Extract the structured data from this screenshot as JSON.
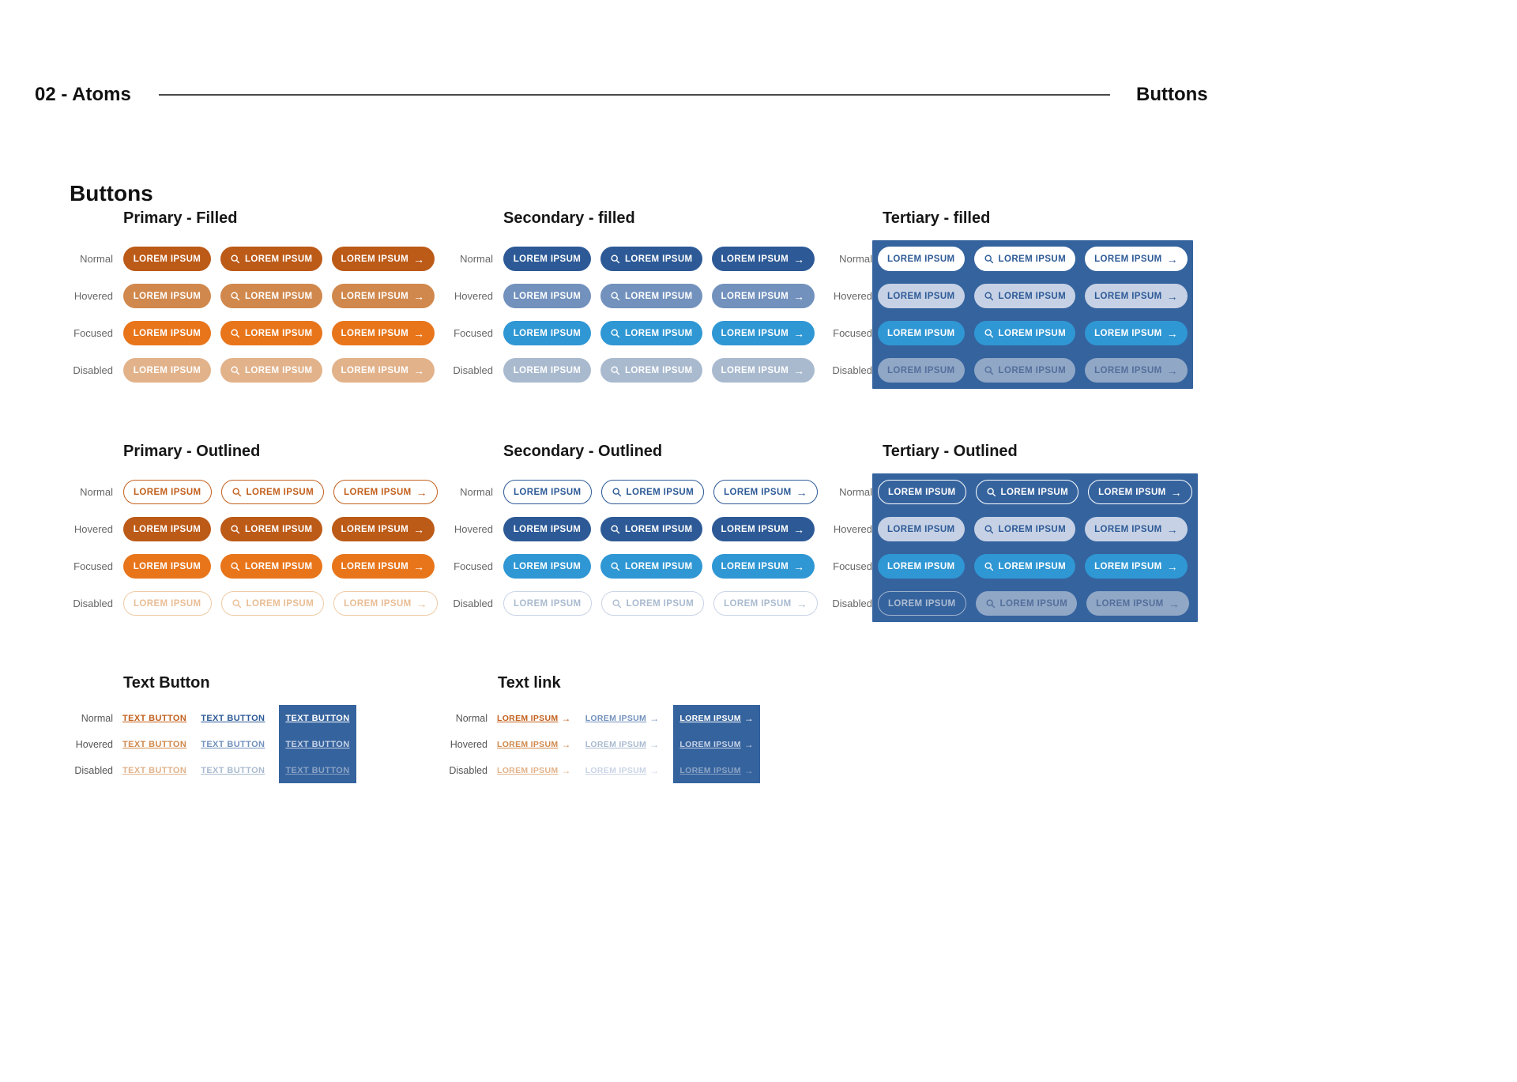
{
  "header": {
    "left": "02 - Atoms",
    "right": "Buttons"
  },
  "page_title": "Buttons",
  "button_label": "LOREM IPSUM",
  "arrow_glyph": "→",
  "state_labels_full": [
    "Normal",
    "Hovered",
    "Focused",
    "Disabled"
  ],
  "state_labels_short": [
    "Normal",
    "Hovered",
    "Disabled"
  ],
  "button_variants": [
    {
      "id": "plain",
      "icon": null
    },
    {
      "id": "icon",
      "icon": "search"
    },
    {
      "id": "arrow",
      "icon": "arrow"
    }
  ],
  "colors": {
    "primary_normal": "#BC5A17",
    "primary_hover": "#D0884C",
    "primary_focus": "#E8751A",
    "primary_disabled_fill": "#E2B28A",
    "primary_outline": "#C2601D",
    "primary_disabled_border": "#EFCBA6",
    "primary_disabled_text": "#E9BD95",
    "secondary_normal": "#2D5A96",
    "secondary_hover": "#7291BD",
    "secondary_focus": "#2F97D4",
    "secondary_disabled_fill": "#A9BACF",
    "secondary_disabled_border": "#C9D4E6",
    "tertiary_panel": "#35639E",
    "tertiary_pale_fill": "#C6D1E5",
    "tertiary_gray_fill": "#90A7C6",
    "tertiary_gray_text": "#546F9B",
    "white": "#FFFFFF"
  },
  "button_sections": [
    {
      "id": "primary-filled",
      "title": "Primary - Filled",
      "panel": null,
      "rows": [
        {
          "state": "Normal",
          "buttons": [
            {
              "bg": "#BC5A17",
              "color": "#FFFFFF"
            },
            {
              "bg": "#BC5A17",
              "color": "#FFFFFF"
            },
            {
              "bg": "#BC5A17",
              "color": "#FFFFFF"
            }
          ]
        },
        {
          "state": "Hovered",
          "buttons": [
            {
              "bg": "#D0884C",
              "color": "#FFFFFF"
            },
            {
              "bg": "#D0884C",
              "color": "#FFFFFF"
            },
            {
              "bg": "#D0884C",
              "color": "#FFFFFF"
            }
          ]
        },
        {
          "state": "Focused",
          "buttons": [
            {
              "bg": "#E8751A",
              "color": "#FFFFFF"
            },
            {
              "bg": "#E8751A",
              "color": "#FFFFFF"
            },
            {
              "bg": "#E8751A",
              "color": "#FFFFFF"
            }
          ]
        },
        {
          "state": "Disabled",
          "buttons": [
            {
              "bg": "#E2B28A",
              "color": "#FFFFFF"
            },
            {
              "bg": "#E2B28A",
              "color": "#FFFFFF"
            },
            {
              "bg": "#E2B28A",
              "color": "#FFFFFF"
            }
          ]
        }
      ]
    },
    {
      "id": "secondary-filled",
      "title": "Secondary - filled",
      "panel": null,
      "rows": [
        {
          "state": "Normal",
          "buttons": [
            {
              "bg": "#2D5A96",
              "color": "#FFFFFF"
            },
            {
              "bg": "#2D5A96",
              "color": "#FFFFFF"
            },
            {
              "bg": "#2D5A96",
              "color": "#FFFFFF"
            }
          ]
        },
        {
          "state": "Hovered",
          "buttons": [
            {
              "bg": "#7291BD",
              "color": "#FFFFFF"
            },
            {
              "bg": "#7291BD",
              "color": "#FFFFFF"
            },
            {
              "bg": "#7291BD",
              "color": "#FFFFFF"
            }
          ]
        },
        {
          "state": "Focused",
          "buttons": [
            {
              "bg": "#2F97D4",
              "color": "#FFFFFF"
            },
            {
              "bg": "#2F97D4",
              "color": "#FFFFFF"
            },
            {
              "bg": "#2F97D4",
              "color": "#FFFFFF"
            }
          ]
        },
        {
          "state": "Disabled",
          "buttons": [
            {
              "bg": "#A9BACF",
              "color": "#FFFFFF"
            },
            {
              "bg": "#A9BACF",
              "color": "#FFFFFF"
            },
            {
              "bg": "#A9BACF",
              "color": "#FFFFFF"
            }
          ]
        }
      ]
    },
    {
      "id": "tertiary-filled",
      "title": "Tertiary - filled",
      "panel": "#35639E",
      "rows": [
        {
          "state": "Normal",
          "buttons": [
            {
              "bg": "#FFFFFF",
              "color": "#2D5A96"
            },
            {
              "bg": "#FFFFFF",
              "color": "#2D5A96"
            },
            {
              "bg": "#FFFFFF",
              "color": "#2D5A96"
            }
          ]
        },
        {
          "state": "Hovered",
          "buttons": [
            {
              "bg": "#C6D1E5",
              "color": "#2D5A96"
            },
            {
              "bg": "#C6D1E5",
              "color": "#2D5A96"
            },
            {
              "bg": "#C6D1E5",
              "color": "#2D5A96"
            }
          ]
        },
        {
          "state": "Focused",
          "buttons": [
            {
              "bg": "#2F97D4",
              "color": "#FFFFFF"
            },
            {
              "bg": "#2F97D4",
              "color": "#FFFFFF"
            },
            {
              "bg": "#2F97D4",
              "color": "#FFFFFF"
            }
          ]
        },
        {
          "state": "Disabled",
          "buttons": [
            {
              "bg": "#90A7C6",
              "color": "#546F9B"
            },
            {
              "bg": "#90A7C6",
              "color": "#546F9B"
            },
            {
              "bg": "#90A7C6",
              "color": "#546F9B"
            }
          ]
        }
      ]
    },
    {
      "id": "primary-outlined",
      "title": "Primary - Outlined",
      "panel": null,
      "rows": [
        {
          "state": "Normal",
          "buttons": [
            {
              "bg": "transparent",
              "color": "#C2601D",
              "border": "#C2601D"
            },
            {
              "bg": "transparent",
              "color": "#C2601D",
              "border": "#C2601D"
            },
            {
              "bg": "transparent",
              "color": "#C2601D",
              "border": "#C2601D"
            }
          ]
        },
        {
          "state": "Hovered",
          "buttons": [
            {
              "bg": "#BC5A17",
              "color": "#FFFFFF"
            },
            {
              "bg": "#BC5A17",
              "color": "#FFFFFF"
            },
            {
              "bg": "#BC5A17",
              "color": "#FFFFFF"
            }
          ]
        },
        {
          "state": "Focused",
          "buttons": [
            {
              "bg": "#E8751A",
              "color": "#FFFFFF"
            },
            {
              "bg": "#E8751A",
              "color": "#FFFFFF"
            },
            {
              "bg": "#E8751A",
              "color": "#FFFFFF"
            }
          ]
        },
        {
          "state": "Disabled",
          "buttons": [
            {
              "bg": "transparent",
              "color": "#E9BD95",
              "border": "#EFCBA6"
            },
            {
              "bg": "transparent",
              "color": "#E9BD95",
              "border": "#EFCBA6"
            },
            {
              "bg": "transparent",
              "color": "#E9BD95",
              "border": "#EFCBA6"
            }
          ]
        }
      ]
    },
    {
      "id": "secondary-outlined",
      "title": "Secondary - Outlined",
      "panel": null,
      "rows": [
        {
          "state": "Normal",
          "buttons": [
            {
              "bg": "transparent",
              "color": "#2D5A96",
              "border": "#2D5A96"
            },
            {
              "bg": "transparent",
              "color": "#2D5A96",
              "border": "#2D5A96"
            },
            {
              "bg": "transparent",
              "color": "#2D5A96",
              "border": "#2D5A96"
            }
          ]
        },
        {
          "state": "Hovered",
          "buttons": [
            {
              "bg": "#2D5A96",
              "color": "#FFFFFF"
            },
            {
              "bg": "#2D5A96",
              "color": "#FFFFFF"
            },
            {
              "bg": "#2D5A96",
              "color": "#FFFFFF"
            }
          ]
        },
        {
          "state": "Focused",
          "buttons": [
            {
              "bg": "#2F97D4",
              "color": "#FFFFFF"
            },
            {
              "bg": "#2F97D4",
              "color": "#FFFFFF"
            },
            {
              "bg": "#2F97D4",
              "color": "#FFFFFF"
            }
          ]
        },
        {
          "state": "Disabled",
          "buttons": [
            {
              "bg": "transparent",
              "color": "#A9BACF",
              "border": "#C9D4E6"
            },
            {
              "bg": "transparent",
              "color": "#A9BACF",
              "border": "#C9D4E6"
            },
            {
              "bg": "transparent",
              "color": "#A9BACF",
              "border": "#C9D4E6"
            }
          ]
        }
      ]
    },
    {
      "id": "tertiary-outlined",
      "title": "Tertiary - Outlined",
      "panel": "#35639E",
      "rows": [
        {
          "state": "Normal",
          "buttons": [
            {
              "bg": "transparent",
              "color": "#FFFFFF",
              "border": "#FFFFFF"
            },
            {
              "bg": "transparent",
              "color": "#FFFFFF",
              "border": "#FFFFFF"
            },
            {
              "bg": "transparent",
              "color": "#FFFFFF",
              "border": "#FFFFFF"
            }
          ]
        },
        {
          "state": "Hovered",
          "buttons": [
            {
              "bg": "#C6D1E5",
              "color": "#2D5A96"
            },
            {
              "bg": "#C6D1E5",
              "color": "#2D5A96"
            },
            {
              "bg": "#C6D1E5",
              "color": "#2D5A96"
            }
          ]
        },
        {
          "state": "Focused",
          "buttons": [
            {
              "bg": "#2F97D4",
              "color": "#FFFFFF"
            },
            {
              "bg": "#2F97D4",
              "color": "#FFFFFF"
            },
            {
              "bg": "#2F97D4",
              "color": "#FFFFFF"
            }
          ]
        },
        {
          "state": "Disabled",
          "buttons": [
            {
              "bg": "transparent",
              "color": "#AEBDD3",
              "border": "#9FB2CD"
            },
            {
              "bg": "#90A7C6",
              "color": "#546F9B"
            },
            {
              "bg": "#90A7C6",
              "color": "#546F9B"
            }
          ]
        }
      ]
    }
  ],
  "text_sections": [
    {
      "id": "text-button",
      "title": "Text Button",
      "kind": "button",
      "label": "TEXT BUTTON",
      "states": [
        "Normal",
        "Hovered",
        "Disabled"
      ],
      "columns": [
        {
          "panel": null,
          "colors": [
            "#C2601D",
            "#D0884C",
            "#E2B28A"
          ]
        },
        {
          "panel": null,
          "colors": [
            "#2D5A96",
            "#7291BD",
            "#A9BACF"
          ]
        },
        {
          "panel": "#35639E",
          "colors": [
            "#FFFFFF",
            "#C6D1E5",
            "#8BA3C4"
          ]
        }
      ]
    },
    {
      "id": "text-link",
      "title": "Text link",
      "kind": "link",
      "label": "LOREM IPSUM",
      "states": [
        "Normal",
        "Hovered",
        "Disabled"
      ],
      "columns": [
        {
          "panel": null,
          "colors": [
            "#C2601D",
            "#D0884C",
            "#E2B28A"
          ]
        },
        {
          "panel": null,
          "colors": [
            "#7291BD",
            "#A9BACF",
            "#C9D4E6"
          ]
        },
        {
          "panel": "#35639E",
          "colors": [
            "#FFFFFF",
            "#C6D1E5",
            "#8BA3C4"
          ]
        }
      ]
    }
  ]
}
